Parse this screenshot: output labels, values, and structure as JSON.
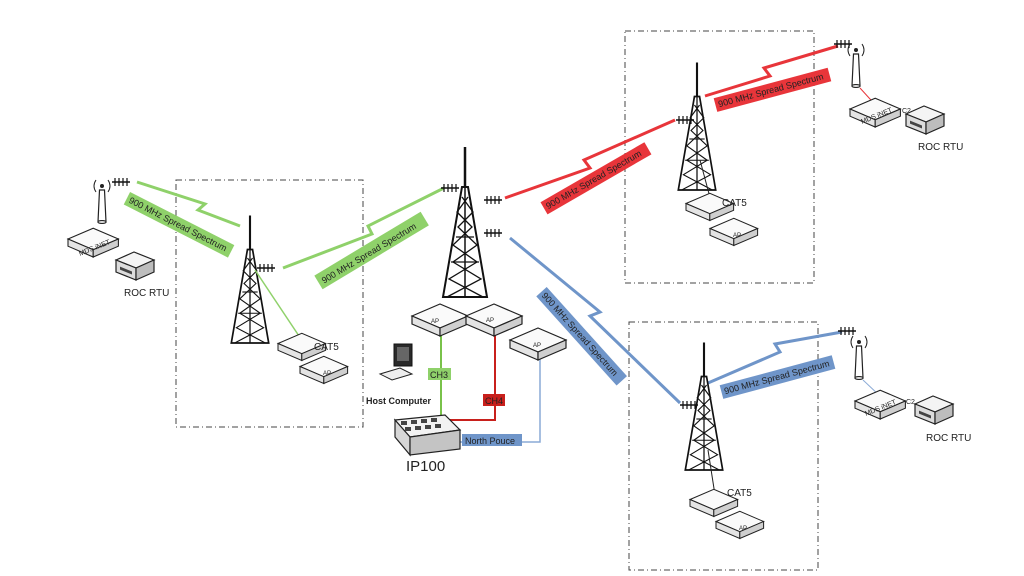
{
  "link_label": "900 MHz Spread Spectrum",
  "colors": {
    "green": "#8fd16a",
    "red": "#e8353a",
    "blue": "#6f95c9",
    "ch4_red": "#c8201c",
    "line_green": "#79c24a",
    "line_blue": "#8aaad6"
  },
  "central": {
    "host_computer": "Host Computer",
    "ip100": "IP100",
    "ch3": "CH3",
    "ch4": "CH4",
    "north_label": "North Pouce",
    "ap": "AP"
  },
  "left_site": {
    "cat5": "CAT5",
    "ap": "AP",
    "modem": "MDS iNET",
    "rtu": "ROC RTU"
  },
  "top_right_site": {
    "cat5": "CAT5",
    "ap": "AP",
    "modem": "MDS iNET",
    "c2": "C2",
    "rtu": "ROC RTU"
  },
  "bottom_right_site": {
    "cat5": "CAT5",
    "ap": "AP",
    "modem": "MDS iNET",
    "c2": "C2",
    "rtu": "ROC RTU"
  },
  "icons": [
    "tower-icon",
    "antenna-icon",
    "access-point-icon",
    "modem-icon",
    "rtu-icon",
    "computer-icon",
    "switch-icon"
  ]
}
